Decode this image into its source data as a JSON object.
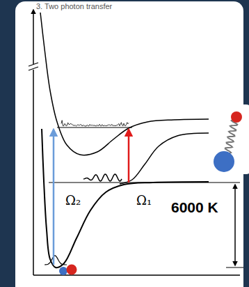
{
  "diagram": {
    "title": "3. Two photon transfer",
    "labels": [
      "Ω₂",
      "Ω₁",
      "6000 K"
    ]
  }
}
